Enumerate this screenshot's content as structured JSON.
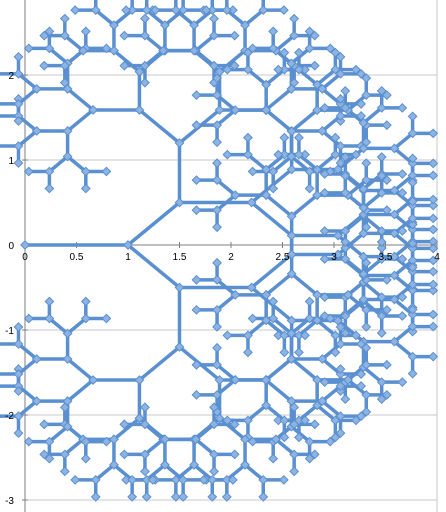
{
  "chart_data": {
    "type": "scatter",
    "title": "",
    "xlabel": "",
    "ylabel": "",
    "xlim": [
      0,
      4
    ],
    "ylim": [
      -3,
      3
    ],
    "x_ticks": [
      0,
      0.5,
      1,
      1.5,
      2,
      2.5,
      3,
      3.5,
      4
    ],
    "x_tick_labels": [
      "0",
      "0.5",
      "1",
      "1.5",
      "2",
      "2.5",
      "3",
      "3.5",
      "4"
    ],
    "y_ticks": [
      -3,
      -2,
      -1,
      0,
      1,
      2
    ],
    "y_tick_labels": [
      "-3",
      "-2",
      "-1",
      "0",
      "1",
      "2"
    ],
    "grid": "horizontal",
    "legend": "none",
    "series_color": "#5a8fd0",
    "marker": "diamond",
    "line_connected": true,
    "tree": {
      "root": [
        0,
        0
      ],
      "trunk_end": [
        1,
        0
      ],
      "branch_length": 0.7071,
      "branch_angle_deg": 45,
      "scale_factor": 1.0,
      "depth": 8,
      "note_visible": false
    },
    "series": [
      {
        "values_description_hidden": true,
        "x": [
          0,
          1,
          1.6,
          1.7,
          2.2,
          2.4,
          2.6,
          2.7,
          3.0,
          3.2,
          3.4,
          3.5,
          3.6,
          3.7,
          1.6,
          1.75,
          1.2,
          1.1,
          0.5,
          0.4,
          0.3,
          0.5,
          0.8,
          1.3,
          1.4,
          1.7,
          2.1,
          2.3
        ],
        "y": [
          0,
          0,
          0.5,
          1.15,
          1.5,
          1.4,
          0.55,
          0.6,
          0.8,
          0.6,
          0.9,
          0.5,
          0.3,
          0.2,
          -0.5,
          -1.15,
          -1.7,
          -1.6,
          -1.3,
          -1.7,
          -1.9,
          -2.2,
          -2.1,
          -2.5,
          -2.2,
          -2.3,
          -2.5,
          -2.6
        ]
      }
    ]
  }
}
